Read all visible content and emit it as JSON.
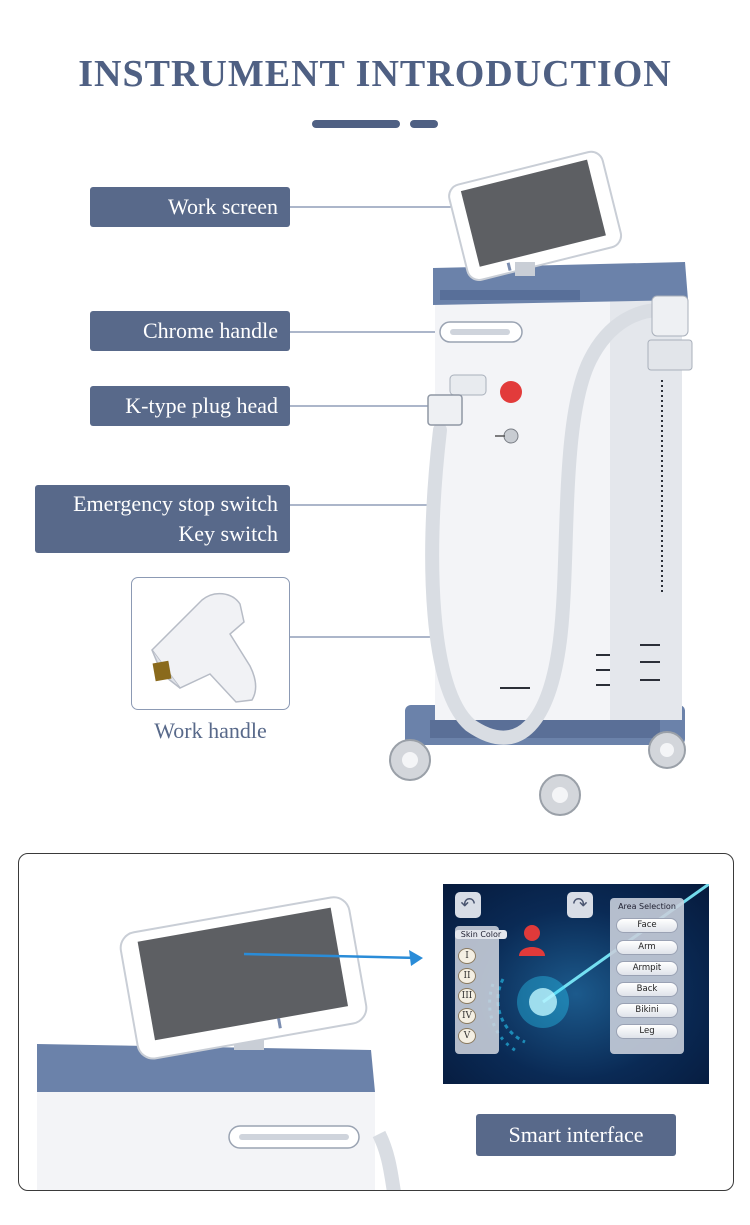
{
  "header": {
    "title": "INSTRUMENT INTRODUCTION"
  },
  "labels": {
    "work_screen": "Work screen",
    "chrome_handle": "Chrome handle",
    "k_type_plug_head": "K-type plug head",
    "emergency_stop_switch": "Emergency stop switch",
    "key_switch": "Key switch",
    "work_handle": "Work handle"
  },
  "interface": {
    "caption": "Smart interface",
    "skin_color": {
      "title": "Skin Color",
      "levels": [
        "I",
        "II",
        "III",
        "IV",
        "V"
      ]
    },
    "area_selection": {
      "title": "Area Selection",
      "items": [
        "Face",
        "Arm",
        "Armpit",
        "Back",
        "Bikini",
        "Leg"
      ]
    }
  },
  "colors": {
    "accent": "#58698a",
    "title": "#4f6083",
    "machine_blue": "#6b82aa",
    "emergency_red": "#e23b3b",
    "screen_cyan": "#2ad4ff"
  },
  "icons": {
    "back": "back-arrow-icon",
    "forward": "forward-arrow-icon",
    "user": "user-avatar-icon"
  }
}
